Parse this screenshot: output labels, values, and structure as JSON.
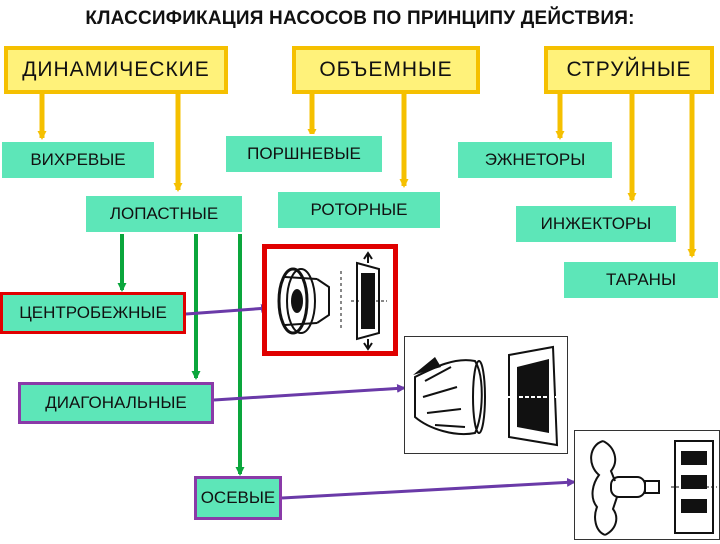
{
  "title": "КЛАССИФИКАЦИЯ НАСОСОВ ПО ПРИНЦИПУ ДЕЙСТВИЯ:",
  "categories": {
    "dynamic": "ДИНАМИЧЕСКИЕ",
    "volumetric": "ОБЪЕМНЫЕ",
    "jet": "СТРУЙНЫЕ"
  },
  "types": {
    "vortex": "ВИХРЕВЫЕ",
    "vane": "ЛОПАСТНЫЕ",
    "piston": "ПОРШНЕВЫЕ",
    "rotary": "РОТОРНЫЕ",
    "ejectors": "ЭЖНЕТОРЫ",
    "injectors": "ИНЖЕКТОРЫ",
    "rams": "ТАРАНЫ"
  },
  "vane_types": {
    "centrifugal": "ЦЕНТРОБЕЖНЫЕ",
    "diagonal": "ДИАГОНАЛЬНЫЕ",
    "axial": "ОСЕВЫЕ"
  },
  "colors": {
    "category_fill": "#fff27a",
    "category_border": "#f5c000",
    "arrow_yellow": "#f5c000",
    "type_fill": "#5de6b8",
    "arrow_green": "#0aa63c",
    "arrow_purple": "#6a3aa8",
    "highlight_red": "#e00000"
  }
}
